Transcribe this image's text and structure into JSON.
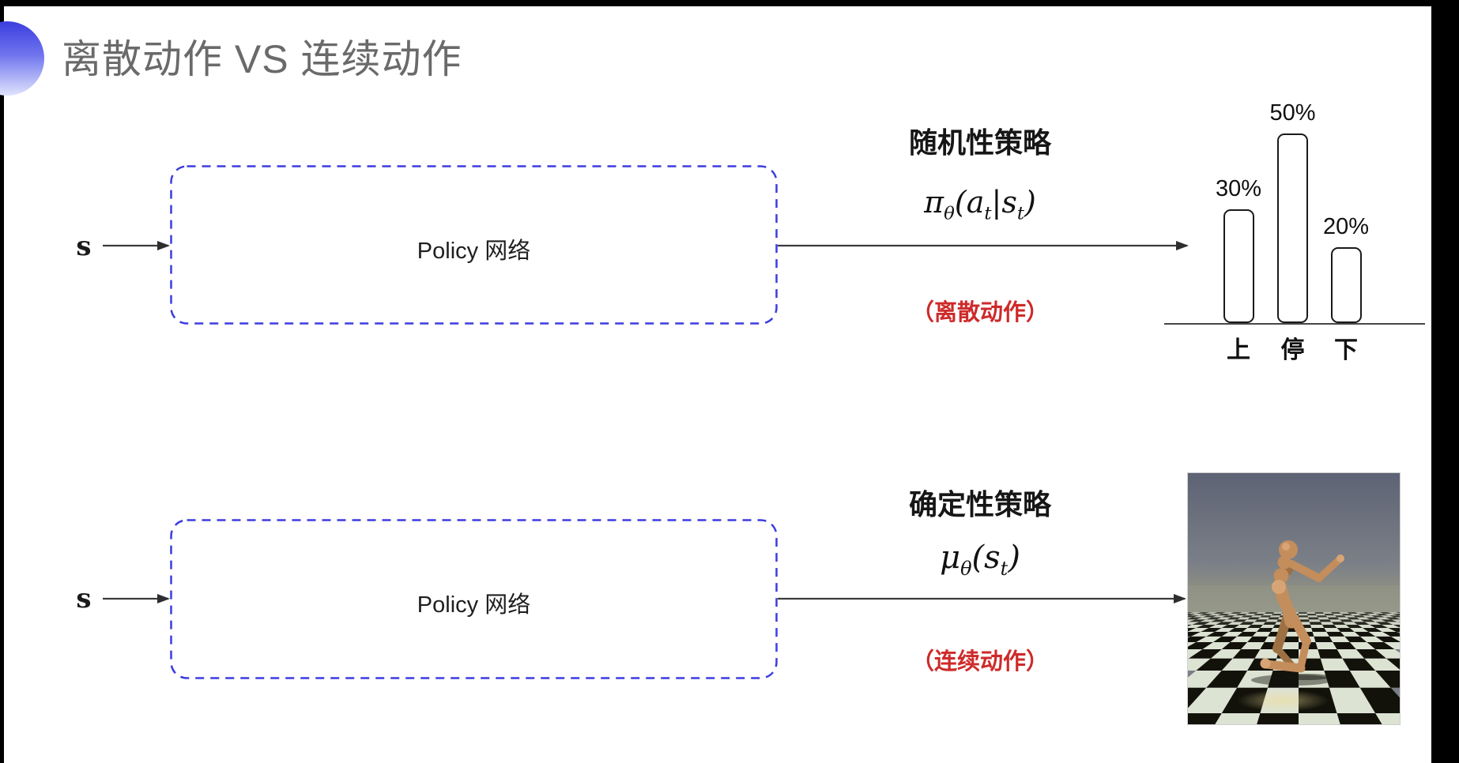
{
  "title": {
    "text": "离散动作 VS 连续动作",
    "color": "#6a6a6a",
    "accent_top_color": "#3b3dde",
    "accent_bottom_color": "#dfe3fc"
  },
  "colors": {
    "dashed_box": "#3c3ce0",
    "arrow": "#3b3b3b",
    "note_red": "#ce2a2a",
    "bar_outline": "#1a1a1a",
    "frame_black": "#000000"
  },
  "top_flow": {
    "input_label": "s",
    "box_label": "Policy 网络",
    "policy_name": "随机性策略",
    "formula": [
      [
        "π",
        "θ"
      ],
      [
        "(a",
        "t"
      ],
      [
        "|s",
        "t"
      ],
      [
        ")",
        ""
      ]
    ],
    "note": "（离散动作）"
  },
  "bottom_flow": {
    "input_label": "s",
    "box_label": "Policy 网络",
    "policy_name": "确定性策略",
    "formula": [
      [
        "μ",
        "θ"
      ],
      [
        "(s",
        "t"
      ],
      [
        ")",
        ""
      ]
    ],
    "note": "（连续动作）"
  },
  "chart_data": {
    "type": "bar",
    "categories": [
      "上",
      "停",
      "下"
    ],
    "values": [
      30,
      50,
      20
    ],
    "data_labels": [
      "30%",
      "50%",
      "20%"
    ],
    "unit": "%",
    "ylim": [
      0,
      50
    ],
    "grid": false,
    "legend": false
  },
  "robot_image": {
    "sky_top": "#5d6374",
    "sky_bottom": "#7b7f87",
    "horizon": "#8e9183",
    "tile_dark": "#12120b",
    "tile_light": "#dde3d3",
    "body": "#c48d5c",
    "body_dark": "#9d7044",
    "body_light": "#d7a575"
  }
}
